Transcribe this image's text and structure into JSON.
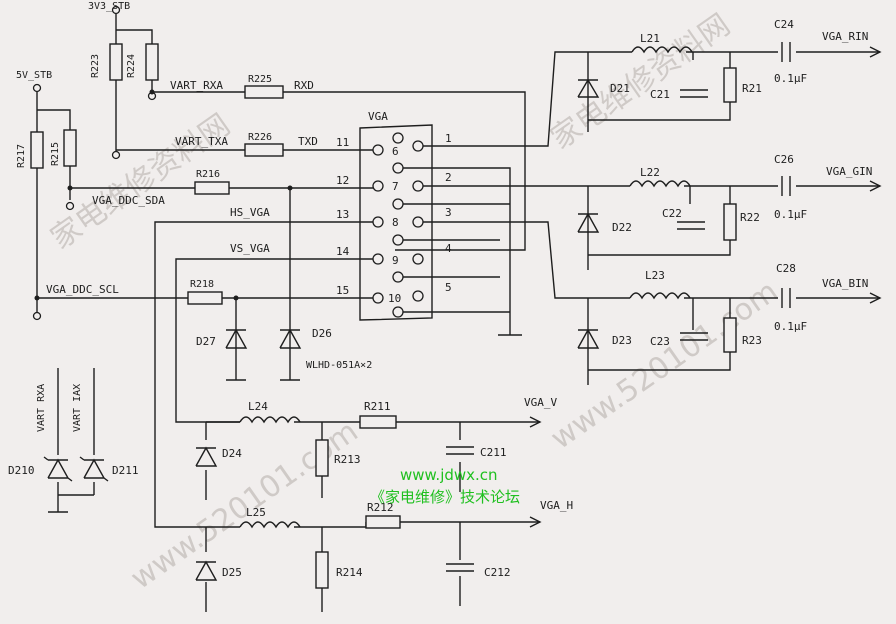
{
  "watermark": {
    "line1": "家电维修资料网",
    "line2": "www.520101.com",
    "site_url": "www.jdwx.cn",
    "site_name": "《家电维修》技术论坛"
  },
  "connector": {
    "title": "VGA",
    "part": "WLHD-051A×2",
    "pins": [
      "1",
      "2",
      "3",
      "4",
      "5",
      "6",
      "7",
      "8",
      "9",
      "10",
      "11",
      "12",
      "13",
      "14",
      "15"
    ]
  },
  "nets": {
    "v3_stb": "3V3_STB",
    "v5_stb": "5V_STB",
    "vart_rxa": "VART_RXA",
    "vart_txa": "VART_TXA",
    "rxd": "RXD",
    "txd": "TXD",
    "ddc_sda": "VGA_DDC_SDA",
    "ddc_scl": "VGA_DDC_SCL",
    "hs": "HS_VGA",
    "vs": "VS_VGA",
    "rin": "VGA_RIN",
    "gin": "VGA_GIN",
    "bin": "VGA_BIN",
    "vga_v": "VGA_V",
    "vga_h": "VGA_H",
    "rxa_v": "VART RXA",
    "tax_v": "VART IAX"
  },
  "components": {
    "resistors": [
      "R223",
      "R224",
      "R225",
      "R226",
      "R217",
      "R215",
      "R216",
      "R218",
      "R21",
      "R22",
      "R23",
      "R211",
      "R212",
      "R213",
      "R214"
    ],
    "inductors": [
      "L21",
      "L22",
      "L23",
      "L24",
      "L25"
    ],
    "capacitors": [
      "C21",
      "C22",
      "C23",
      "C24",
      "C26",
      "C28",
      "C211",
      "C212"
    ],
    "diodes": [
      "D21",
      "D22",
      "D23",
      "D24",
      "D25",
      "D26",
      "D27",
      "D210",
      "D211"
    ],
    "cap_value": "0.1μF"
  }
}
